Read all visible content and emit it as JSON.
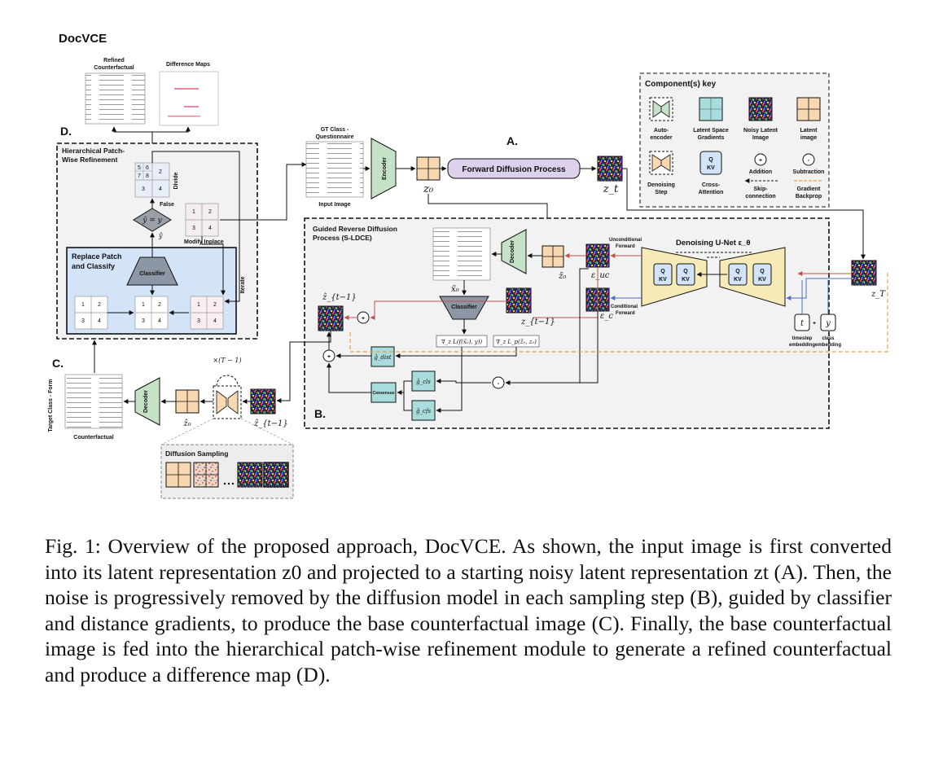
{
  "diagram": {
    "title": "DocVCE",
    "sections": {
      "a": "A.",
      "b": "B.",
      "c": "C.",
      "d": "D."
    },
    "top_outputs": {
      "refined": [
        "Refined",
        "Counterfactual"
      ],
      "difference": "Difference Maps"
    },
    "hier": {
      "title": [
        "Hierarchical Patch-",
        "Wise Refinement"
      ],
      "divide": "Divide",
      "false": "False",
      "cond": "ŷ = y",
      "yhat": "ŷ",
      "modify": "Modify Inplace",
      "iterate": "Iterate",
      "replace_title": [
        "Replace Patch",
        "and Classify"
      ],
      "classifier": "Classifier",
      "split_cells": [
        "5",
        "6",
        "2",
        "7",
        "8",
        "3",
        "4"
      ],
      "quad": [
        "1",
        "2",
        "3",
        "4"
      ]
    },
    "input": {
      "gt_label": [
        "GT Class -",
        "Questionnaire"
      ],
      "label": "Input Image",
      "encoder": "Encoder",
      "z0": "z₀",
      "zt": "z_t",
      "forward": "Forward Diffusion Process"
    },
    "key": {
      "title": "Component(s) key",
      "items": [
        {
          "label": [
            "Auto-",
            "encoder"
          ]
        },
        {
          "label": [
            "Latent Space",
            "Gradients"
          ]
        },
        {
          "label": [
            "Noisy Latent",
            "Image"
          ]
        },
        {
          "label": [
            "Latent",
            "image"
          ]
        },
        {
          "label": [
            "Denoising",
            "Step"
          ]
        },
        {
          "label": [
            "Cross-",
            "Attention"
          ]
        },
        {
          "label": [
            "Addition"
          ]
        },
        {
          "label": [
            "Subtraction"
          ]
        },
        {
          "label": [
            "Skip-",
            "connection"
          ]
        },
        {
          "label": [
            "Gradient",
            "Backprop"
          ]
        }
      ],
      "qkv": [
        "Q",
        "KV"
      ],
      "plus": "+",
      "minus": "-"
    },
    "guided": {
      "title": [
        "Guided Reverse Diffusion",
        "Process (S-LDCE)"
      ],
      "decoder": "Decoder",
      "classifier": "Classifier",
      "x0": "x̃₀",
      "z0": "z̃₀",
      "zt1": "z_{t−1}",
      "zhat": "ẑ_{t−1}",
      "grad1": "∇_z L(f(x̃₀), y))",
      "grad2": "∇_z L_p(z̃₀, z₀)",
      "eps_uc": "ε_uc",
      "eps_c": "ε_c",
      "uncond": [
        "Unconditional",
        "Forward"
      ],
      "cond": [
        "Conditional",
        "Forward"
      ],
      "unet": "Denoising U-Net ε_θ",
      "t": "t",
      "y": "y",
      "timestep": [
        "timestep",
        "embedding"
      ],
      "classemb": [
        "class",
        "embedding"
      ],
      "zT": "z_T",
      "gdist": "ĝ_dist",
      "gcls": "ĝ_cls",
      "gcfs": "ĝ_cfs",
      "consensus": "Consensus",
      "plus": "+",
      "minus": "-"
    },
    "bottom": {
      "target": "Target Class - Form",
      "counterfactual": "Counterfactual",
      "decoder": "Decoder",
      "z0hat": "ẑ₀",
      "zhat": "ẑ_{t−1}",
      "times": "×(T − 1)",
      "sampling": "Diffusion Sampling"
    }
  },
  "caption": "Fig. 1: Overview of the proposed approach, DocVCE. As shown, the input image is first converted into its latent representation z0 and projected to a starting noisy latent representation zt (A). Then, the noise is progressively removed by the diffusion model in each sampling step (B), guided by classifier and distance gradients, to produce the base counterfactual image (C). Finally, the base counterfactual image is fed into the hierarchical patch-wise refinement module to generate a refined counterfactual and produce a difference map (D).",
  "colors": {
    "latent": "#f8d8b0",
    "encoder": "#c6e2c6",
    "gradient": "#a9dcdc",
    "forward": "#dcd0ea",
    "unet": "#f6eab6",
    "replace": "#d3e3f8",
    "gray": "#ededed",
    "arrow_red": "#c0504d",
    "arrow_blue": "#4f6fc5",
    "arrow_orange": "#f0a040"
  }
}
